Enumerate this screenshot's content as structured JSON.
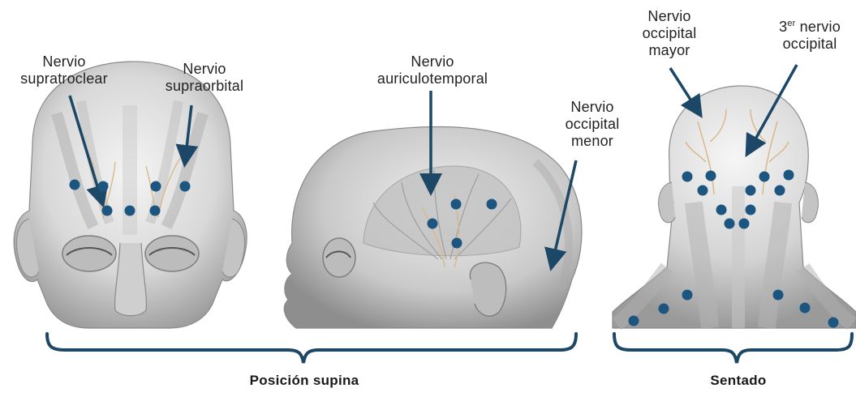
{
  "labels": {
    "supratroclear": "Nervio\nsupratroclear",
    "supraorbital": "Nervio\nsupraorbital",
    "auriculotemporal": "Nervio\nauriculotemporal",
    "occipital_menor": "Nervio\noccipital\nmenor",
    "occipital_mayor": "Nervio\noccipital\nmayor",
    "tercer_prefix": "3",
    "tercer_sup": "er",
    "tercer_rest": " nervio\noccipital"
  },
  "groups": {
    "supina": "Posición supina",
    "sentado": "Sentado"
  },
  "colors": {
    "dot": "#1c5680",
    "arrow": "#1c4766",
    "bracket": "#1c4766",
    "skin": "#d9d9d9",
    "muscle": "#a9a9a9",
    "nerve": "#d9b98a"
  }
}
